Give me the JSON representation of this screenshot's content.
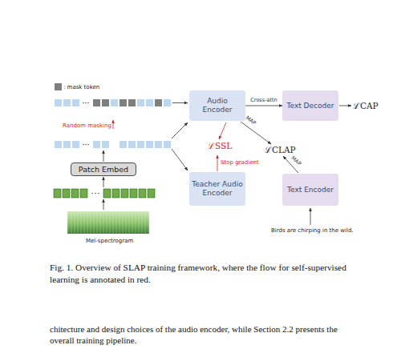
{
  "diagram": {
    "caption": "Fig. 1. Overview of SLAP training framework, where the flow for self-supervised learning is annotated in red.",
    "nodes": [
      {
        "text": [
          "Patch Embed"
        ]
      },
      {
        "text": [
          "Audio Encoder"
        ]
      },
      {
        "text": [
          "Text Decoder"
        ]
      },
      {
        "text": [
          "Teacher Audio Encoder"
        ]
      },
      {
        "text": [
          "Text Encoder"
        ]
      }
    ],
    "edges": [
      {
        "from": 1,
        "to": 2,
        "label": "Cross-attn",
        "arrow": "to"
      }
    ],
    "labels": [
      "Random masking",
      "Mel-spectrogram",
      "MAP",
      "ℒSSL",
      "Stop gradient",
      "ℒCLAP",
      "MAP",
      "ℒCAP",
      "Birds are chirping in the wild.",
      "chitecture and design choices of the audio encoder, while Section 2.2 presents the overall training pipeline."
    ],
    "legend": [
      {
        "text": ": mask token",
        "color": "#7f7f7f"
      }
    ]
  }
}
